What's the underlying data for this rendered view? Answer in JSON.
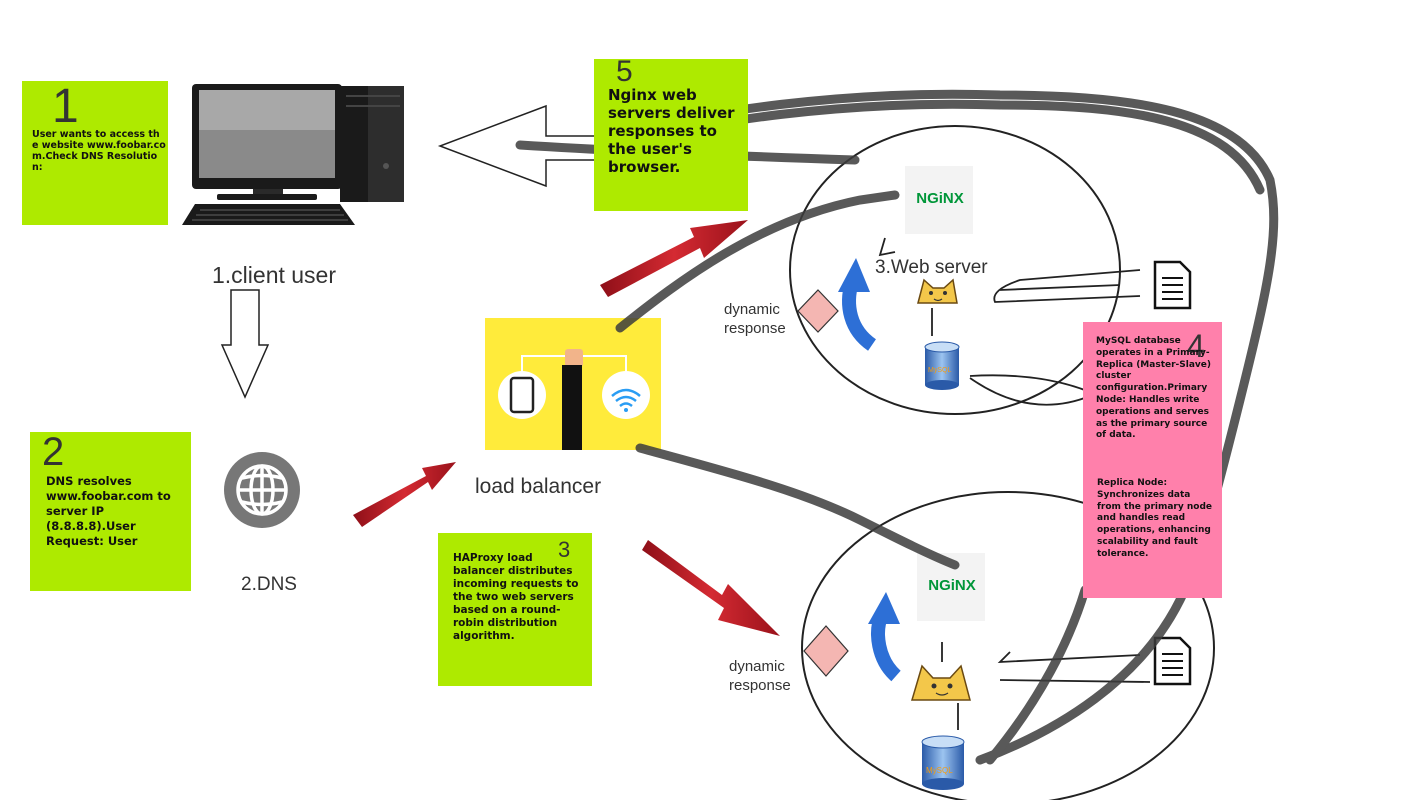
{
  "notes": {
    "n1": {
      "number": "1",
      "text": "User wants to access the website www.foobar.com.Check DNS Resolution:"
    },
    "n2": {
      "number": "2",
      "text": "DNS resolves www.foobar.com to server IP (8.8.8.8).User Request: User"
    },
    "n3": {
      "number": "3",
      "text": "HAProxy load balancer distributes incoming requests to the two web servers based on a round-robin distribution algorithm."
    },
    "n4": {
      "number": "4",
      "text": "MySQL database operates in a Primary-Replica (Master-Slave) cluster configuration.Primary Node: Handles write operations and serves as the primary source of data.",
      "text2": "Replica Node: Synchronizes data from the primary node and handles read operations, enhancing scalability and fault tolerance."
    },
    "n5": {
      "number": "5",
      "text": "Nginx web servers deliver responses to the user's browser."
    }
  },
  "labels": {
    "client": "1.client user",
    "dns": "2.DNS",
    "load_balancer": "load balancer",
    "web_server": "3.Web server",
    "dynamic_top": "dynamic response",
    "dynamic_bottom": "dynamic response"
  },
  "logos": {
    "nginx": "NGiNX",
    "mysql": "MySQL"
  },
  "icons": [
    "computer-icon",
    "globe-icon",
    "load-balancer-icon",
    "nginx-logo",
    "tomcat-icon",
    "mysql-icon",
    "document-icon",
    "diamond-icon"
  ],
  "colors": {
    "note_green": "#aeea00",
    "note_pink": "#ff80ab",
    "lb_yellow": "#ffeb3b",
    "arrow_red": "#c41e2a",
    "arrow_blue": "#2d6fd6",
    "diamond": "#f4b6b2",
    "globe_gray": "#777777",
    "nginx_green": "#009639"
  }
}
